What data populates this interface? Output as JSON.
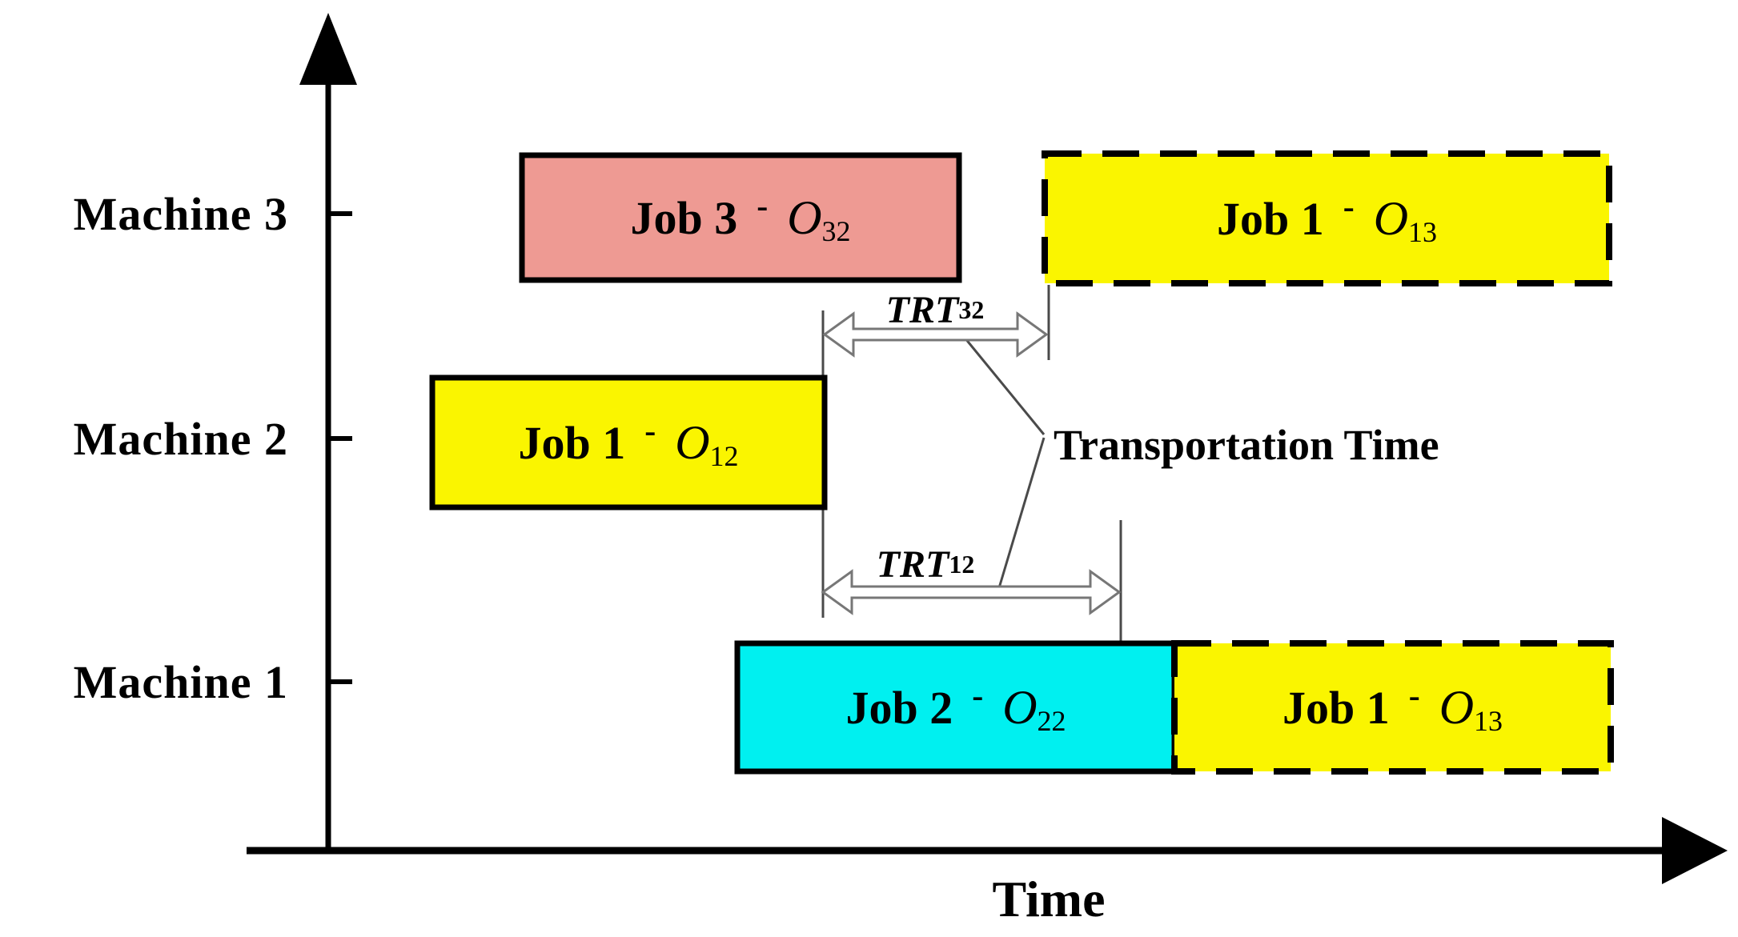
{
  "axis": {
    "x_label": "Time"
  },
  "machines": [
    {
      "label": "Machine 3"
    },
    {
      "label": "Machine 2"
    },
    {
      "label": "Machine 1"
    }
  ],
  "bars": [
    {
      "name": "machine3-job3",
      "machine": "Machine 3",
      "job": "Job 3",
      "sep": "-",
      "op": "O",
      "op_sub": "32",
      "fill": "#EE9A93",
      "border_style": "solid"
    },
    {
      "name": "machine3-job1",
      "machine": "Machine 3",
      "job": "Job 1",
      "sep": "-",
      "op": "O",
      "op_sub": "13",
      "fill": "#FAF500",
      "border_style": "dashed"
    },
    {
      "name": "machine2-job1",
      "machine": "Machine 2",
      "job": "Job 1",
      "sep": "-",
      "op": "O",
      "op_sub": "12",
      "fill": "#FAF500",
      "border_style": "solid"
    },
    {
      "name": "machine1-job2",
      "machine": "Machine 1",
      "job": "Job 2",
      "sep": "-",
      "op": "O",
      "op_sub": "22",
      "fill": "#00F0F0",
      "border_style": "solid"
    },
    {
      "name": "machine1-job1",
      "machine": "Machine 1",
      "job": "Job 1",
      "sep": "-",
      "op": "O",
      "op_sub": "13",
      "fill": "#FAF500",
      "border_style": "dashed"
    }
  ],
  "annotations": {
    "trt_labels": [
      {
        "text": "TRT",
        "sub": "32"
      },
      {
        "text": "TRT",
        "sub": "12"
      }
    ],
    "transportation_time": "Transportation Time"
  },
  "colors": {
    "bar_pink": "#EE9A93",
    "bar_yellow": "#FAF500",
    "bar_cyan": "#00F0F0",
    "axis_black": "#000000",
    "thin_line_gray": "#4A4A4A",
    "arrow_outline_gray": "#777777"
  }
}
